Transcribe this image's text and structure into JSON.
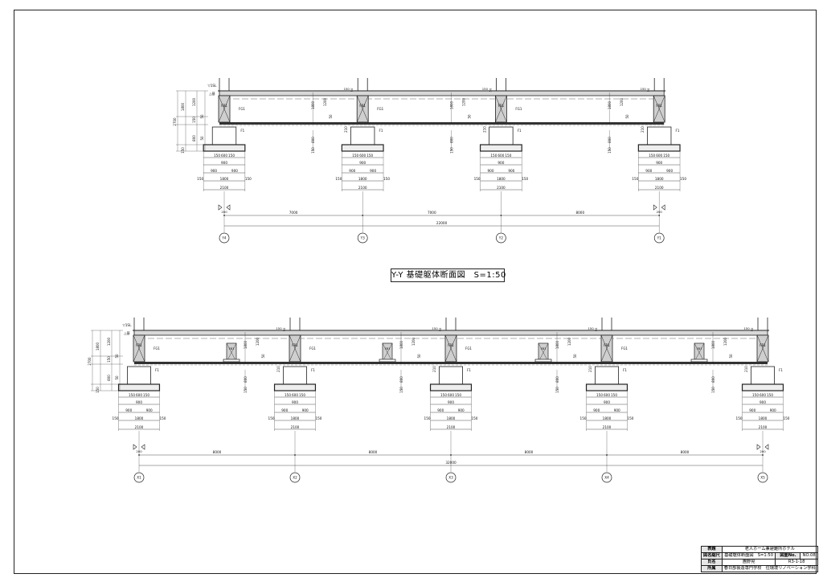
{
  "drawing_title": "Y-Y 基礎躯体断面図　S=1:50",
  "title_block": {
    "rows": [
      {
        "label": "表題",
        "value": "老人ホーム兼避難所ホテル"
      },
      {
        "label": "図名縮尺",
        "value": "基礎躯体断面図　S=1:50",
        "label2": "図面No.",
        "value2": "NO.08"
      },
      {
        "label": "氏名",
        "value": "團野晃",
        "value2": "R3-1-18"
      },
      {
        "label": "所属",
        "value": "春日部製造専門学校　住環境リノベーション学科"
      }
    ]
  },
  "sections": [
    {
      "id": "y-section",
      "grids": [
        "Y4",
        "Y3",
        "Y2",
        "Y1"
      ],
      "spans": [
        "7000",
        "7000",
        "8000"
      ],
      "total": "22000",
      "edge_offset": "200",
      "beam_label": "FG1",
      "column_label": "FB1",
      "footing_label": "F1",
      "level_labels": [
        "▽1SL",
        "△基"
      ],
      "left_dims": [
        "2700",
        "1800",
        "1200",
        "150",
        "50",
        "800",
        "50",
        "150"
      ],
      "mid_dims": [
        "1800",
        "1200",
        "50",
        "210",
        "800",
        "50",
        "150"
      ],
      "footing_dims": {
        "row1": [
          "150",
          "600",
          "150"
        ],
        "row2": "900",
        "row3": [
          "900",
          "900"
        ],
        "row4": [
          "150",
          "1800",
          "150"
        ],
        "row5": "2100"
      },
      "slab_dims": [
        "150",
        "50"
      ],
      "has_mid_beams": false
    },
    {
      "id": "x-section",
      "grids": [
        "X1",
        "X2",
        "X3",
        "X4",
        "X5"
      ],
      "spans": [
        "8000",
        "8000",
        "8000",
        "8000"
      ],
      "total": "32000",
      "edge_offset": "200",
      "beam_label": "FG1",
      "column_label": "FB1",
      "footing_label": "F1",
      "level_labels": [
        "▽1SL",
        "△基"
      ],
      "left_dims": [
        "2700",
        "1800",
        "1200",
        "150",
        "50",
        "800",
        "50",
        "150"
      ],
      "mid_dims": [
        "1800",
        "1200",
        "50",
        "210",
        "800",
        "50",
        "150"
      ],
      "footing_dims": {
        "row1": [
          "150",
          "600",
          "150"
        ],
        "row2": "900",
        "row3": [
          "900",
          "900"
        ],
        "row4": [
          "150",
          "1800",
          "150"
        ],
        "row5": "2100"
      },
      "slab_dims": [
        "150",
        "50"
      ],
      "has_mid_beams": true
    }
  ]
}
